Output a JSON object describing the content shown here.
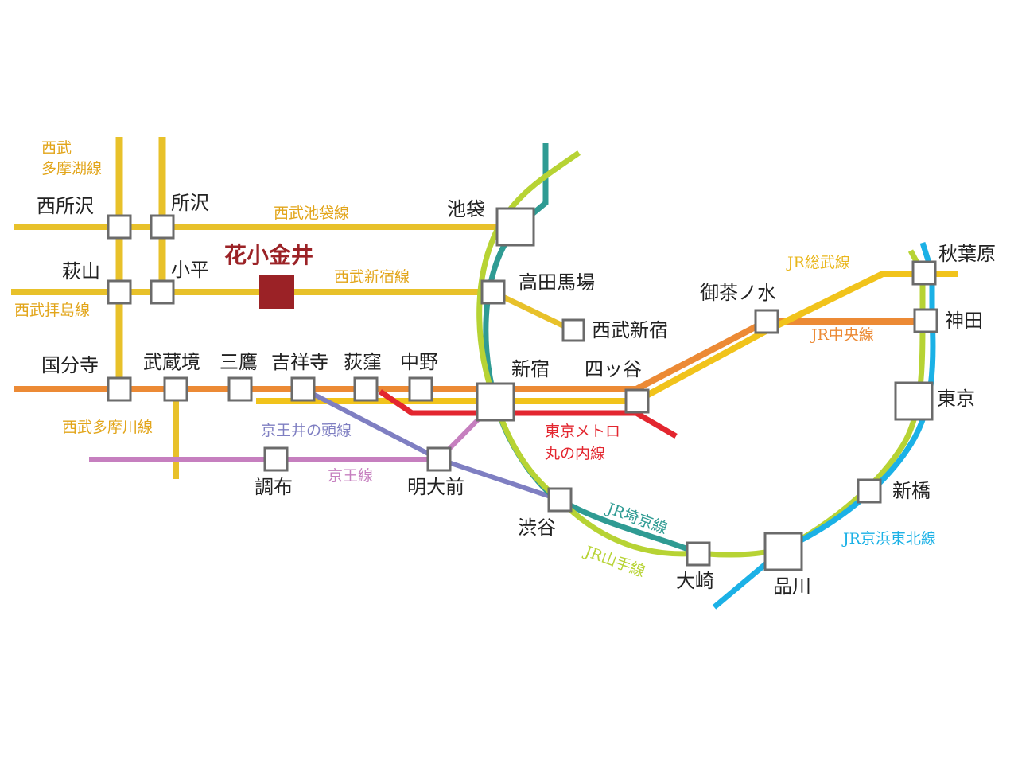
{
  "colors": {
    "seibu": "#e8c12a",
    "chuo": "#ec8a35",
    "marunouchi": "#e3262f",
    "keio_inokashira": "#7f7fc2",
    "keio": "#c67fbf",
    "yamanote": "#b7d334",
    "saikyo": "#2f9b93",
    "keihin_tohoku": "#1bb1e6",
    "sobu": "#f1c31b",
    "home_station": "#9b2226",
    "station_border": "#6b6b6b"
  },
  "home_station": {
    "name": "花小金井"
  },
  "lines": {
    "seibu_tamako": "西武\n多摩湖線",
    "seibu_ikebukuro": "西武池袋線",
    "seibu_shinjuku": "西武新宿線",
    "seibu_haijima": "西武拝島線",
    "seibu_tamagawa": "西武多摩川線",
    "keio_inokashira": "京王井の頭線",
    "keio": "京王線",
    "marunouchi": "東京メトロ\n丸の内線",
    "jr_saikyo": "JR埼京線",
    "jr_yamanote": "JR山手線",
    "jr_sobu": "JR総武線",
    "jr_chuo": "JR中央線",
    "jr_keihin_tohoku": "JR京浜東北線"
  },
  "stations": {
    "nishi_tokorozawa": "西所沢",
    "tokorozawa": "所沢",
    "ikebukuro": "池袋",
    "hagiyama": "萩山",
    "kodaira": "小平",
    "takadanobaba": "高田馬場",
    "seibu_shinjuku": "西武新宿",
    "kokubunji": "国分寺",
    "musashisakai": "武蔵境",
    "mitaka": "三鷹",
    "kichijoji": "吉祥寺",
    "ogikubo": "荻窪",
    "nakano": "中野",
    "shinjuku": "新宿",
    "yotsuya": "四ッ谷",
    "ochanomizu": "御茶ノ水",
    "akihabara": "秋葉原",
    "kanda": "神田",
    "tokyo": "東京",
    "chofu": "調布",
    "meidaimae": "明大前",
    "shibuya": "渋谷",
    "shinbashi": "新橋",
    "osaki": "大崎",
    "shinagawa": "品川"
  }
}
